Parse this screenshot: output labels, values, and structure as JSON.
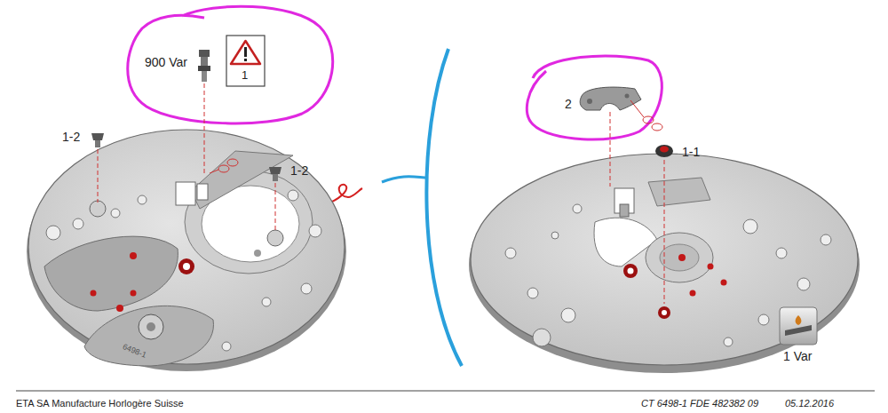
{
  "diagram": {
    "labels": [
      "900 Var",
      "1",
      "1-2",
      "1-2",
      "6498-1",
      "2",
      "1-1",
      "1 Var",
      "ETA SA Manufacture Horlogère Suisse",
      "CT 6498-1 FDE 482382 09",
      "05.12.2016"
    ]
  }
}
